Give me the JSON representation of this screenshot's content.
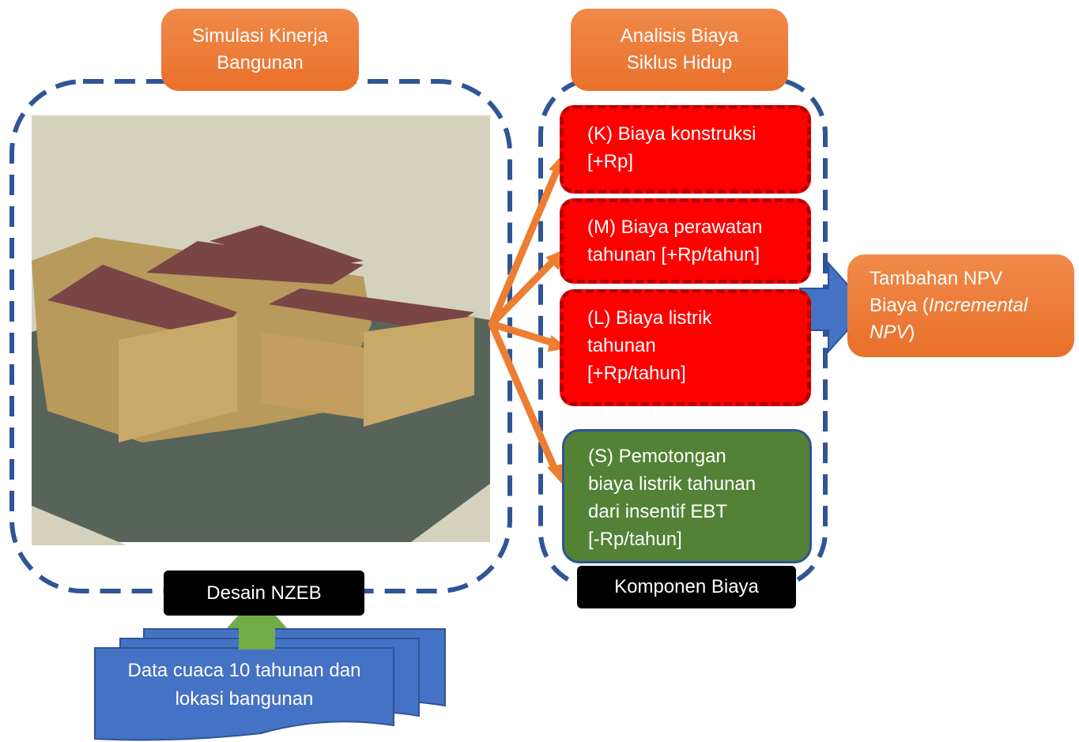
{
  "performance_sim": {
    "line1": "Simulasi Kinerja",
    "line2": "Bangunan"
  },
  "lcca": {
    "line1": "Analisis Biaya",
    "line2": "Siklus Hidup"
  },
  "design_label": "Desain NZEB",
  "cost_components_label": "Komponen Biaya",
  "cost_items": [
    {
      "line1": "(K) Biaya konstruksi",
      "line2": "[+Rp]"
    },
    {
      "line1": "(M) Biaya perawatan",
      "line2": "tahunan [+Rp/tahun]"
    },
    {
      "line1": "(L) Biaya listrik",
      "line2": "tahunan",
      "line3": "[+Rp/tahun]"
    },
    {
      "line1": "(S) Pemotongan",
      "line2": "biaya listrik tahunan",
      "line3": "dari insentif EBT",
      "line4": "[-Rp/tahun]"
    }
  ],
  "npv": {
    "line1": "Tambahan NPV",
    "line2_prefix": "Biaya  (",
    "line2_italic": "Incremental",
    "line3_italic": "NPV",
    "line3_suffix": ")"
  },
  "weather": {
    "line1": "Data cuaca 10 tahunan dan",
    "line2": "lokasi bangunan"
  },
  "colors": {
    "orange": "#ed7d31",
    "dashed_border": "#2f5597",
    "cost_red": "#ff0000",
    "cost_green": "#538135",
    "blue_arrow": "#4472c4",
    "green_arrow": "#70ad47"
  }
}
